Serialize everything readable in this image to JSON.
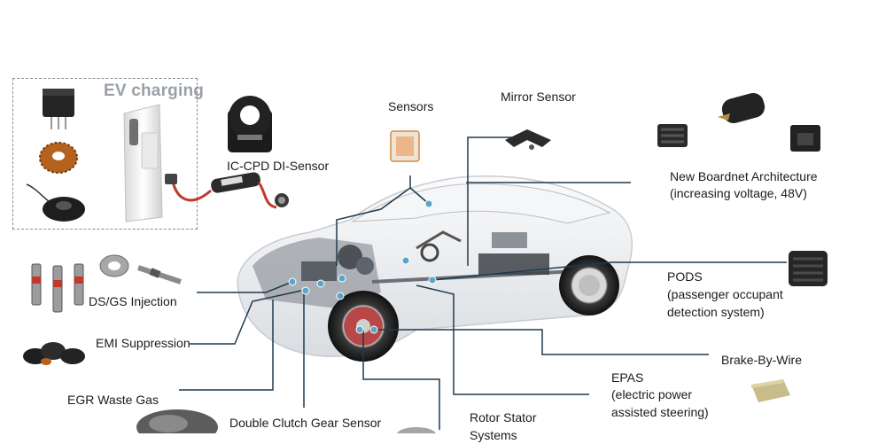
{
  "ev_charging": {
    "title": "EV charging"
  },
  "labels": {
    "ic_cpd": "IC-CPD  DI-Sensor",
    "sensors": "Sensors",
    "mirror_sensor": "Mirror Sensor",
    "boardnet_line1": "New Boardnet Architecture",
    "boardnet_line2": "(increasing voltage, 48V)",
    "pods_line1": "PODS",
    "pods_line2": "(passenger occupant",
    "pods_line3": "detection system)",
    "ds_gs": "DS/GS  Injection",
    "emi": "EMI Suppression",
    "egr": "EGR  Waste Gas",
    "double_clutch": "Double Clutch Gear Sensor",
    "rotor_stator_line1": "Rotor Stator",
    "rotor_stator_line2": "Systems",
    "epas_line1": "EPAS",
    "epas_line2": "(electric power",
    "epas_line3": "assisted steering)",
    "brake_by_wire": "Brake-By-Wire"
  },
  "colors": {
    "leader_line": "#1f3a4d",
    "connector_dot": "#5fa3c8",
    "car_body": "#eef0f2",
    "ferrite": "#2a2a2a",
    "copper_coil": "#b5621f"
  }
}
